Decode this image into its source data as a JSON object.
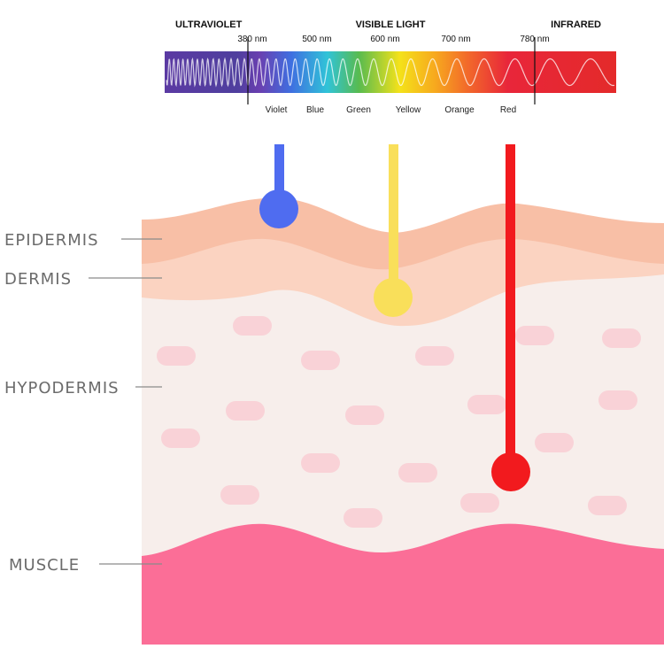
{
  "spectrum": {
    "ultraviolet_label": "ULTRAVIOLET",
    "visible_label": "VISIBLE LIGHT",
    "infrared_label": "INFRARED",
    "wavelengths": [
      "380 nm",
      "500 nm",
      "600 nm",
      "700 nm",
      "780 nm"
    ],
    "colors": [
      "Violet",
      "Blue",
      "Green",
      "Yellow",
      "Orange",
      "Red"
    ]
  },
  "layers": {
    "epidermis": "EPIDERMIS",
    "dermis": "DERMIS",
    "hypodermis": "HYPODERMIS",
    "muscle": "MUSCLE"
  },
  "palette": {
    "epidermis": "#f8bfa6",
    "dermis": "#fbd3c1",
    "hypodermis": "#f7eeeb",
    "fat_cell": "#f9d2d7",
    "muscle": "#fb6e97",
    "blue_probe": "#4f6cf0",
    "yellow_probe": "#f9df5a",
    "red_probe": "#f21a1e"
  },
  "probes": [
    {
      "name": "blue-light-probe",
      "color": "#4f6cf0",
      "penetrates": "epidermis"
    },
    {
      "name": "yellow-light-probe",
      "color": "#f9df5a",
      "penetrates": "dermis"
    },
    {
      "name": "red-light-probe",
      "color": "#f21a1e",
      "penetrates": "hypodermis"
    }
  ]
}
